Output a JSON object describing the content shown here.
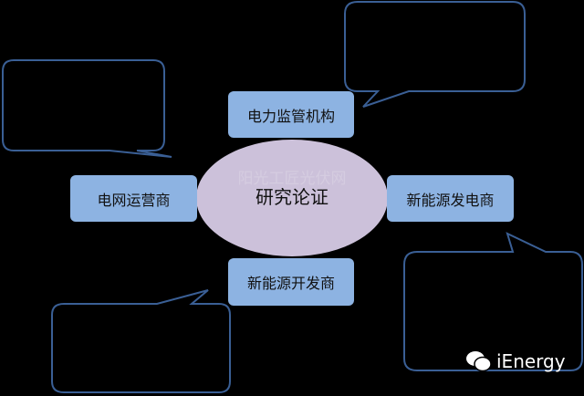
{
  "center": {
    "label": "研究论证",
    "watermark": "阳光工匠光伏网"
  },
  "nodes": {
    "top": "电力监管机构",
    "left": "电网运营商",
    "right": "新能源发电商",
    "bottom": "新能源开发商"
  },
  "logo": {
    "text": "iEnergy",
    "icon": "wechat-icon"
  },
  "colors": {
    "ellipse": "#ccc1da",
    "box": "#8db3e2",
    "callout_stroke": "#3a5f95",
    "background": "#000000"
  }
}
